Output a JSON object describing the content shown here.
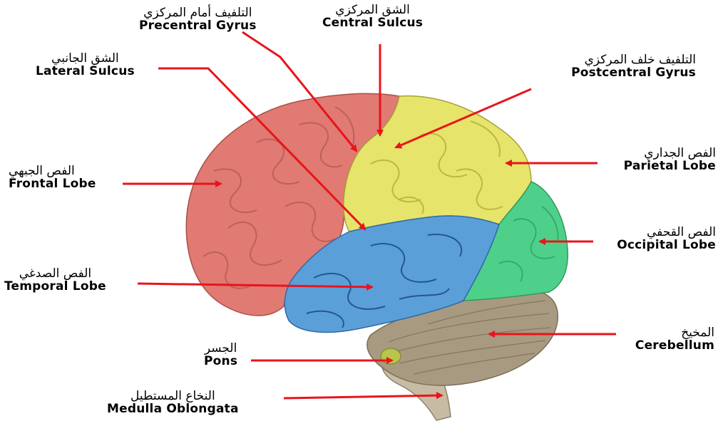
{
  "colors": {
    "arrow": "#e8141c",
    "frontal": "#e07a72",
    "parietal": "#e6e46a",
    "temporal": "#5b9fd8",
    "occipital": "#4fd08a",
    "cerebellum": "#a89a80",
    "brainstem": "#c7bba3",
    "pons": "#b8c44a"
  },
  "labels": {
    "precentral": {
      "ar": "التلفيف أمام المركزي",
      "en": "Precentral Gyrus"
    },
    "central": {
      "ar": "الشق المركزي",
      "en": "Central Sulcus"
    },
    "postcentral": {
      "ar": "التلفيف خلف المركزي",
      "en": "Postcentral Gyrus"
    },
    "lateral": {
      "ar": "الشق الجانبي",
      "en": "Lateral Sulcus"
    },
    "frontal": {
      "ar": "الفص الجبهي",
      "en": "Frontal Lobe"
    },
    "parietal": {
      "ar": "الفص الجداري",
      "en": "Parietal Lobe"
    },
    "occipital": {
      "ar": "الفص القحفي",
      "en": "Occipital Lobe"
    },
    "temporal": {
      "ar": "الفص الصدغي",
      "en": "Temporal Lobe"
    },
    "cerebellum": {
      "ar": "المخيخ",
      "en": "Cerebellum"
    },
    "pons": {
      "ar": "الجسر",
      "en": "Pons"
    },
    "medulla": {
      "ar": "النخاع المستطيل",
      "en": "Medulla Oblongata"
    }
  }
}
